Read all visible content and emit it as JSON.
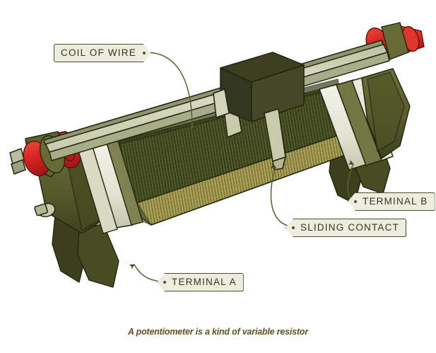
{
  "figure": {
    "title": "Potentiometer cutaway illustration",
    "caption": "A potentiometer is a kind of variable resistor",
    "subject": "wirewound rheostat / potentiometer"
  },
  "callouts": [
    {
      "id": "coil-of-wire",
      "label": "COIL  OF  WIRE",
      "pointer_side": "right",
      "target": "resistive winding on ceramic tube"
    },
    {
      "id": "sliding-contact",
      "label": "SLIDING  CONTACT",
      "pointer_side": "left",
      "target": "wiper block riding on the rail"
    },
    {
      "id": "terminal-a",
      "label": "TERMINAL  A",
      "pointer_side": "left",
      "target": "left end lug"
    },
    {
      "id": "terminal-b",
      "label": "TERMINAL  B",
      "pointer_side": "left",
      "target": "right end lug"
    }
  ],
  "colors": {
    "background": "#ffffff",
    "coil_dark": "#464c21",
    "coil_weave": "#2d3214",
    "coil_highlight_band": "#9a9048",
    "rail_light": "#d8d9c2",
    "rail_shade": "#9aa07a",
    "body_olive": "#5b6130",
    "body_olive_dark": "#3c4019",
    "ceramic_cream": "#e7e8d8",
    "terminal_red": "#d8241f",
    "terminal_red_dark": "#a6181a",
    "outline": "#2b2e14",
    "label_fill": "#eceddf",
    "label_border": "#4e5227",
    "label_text": "#34381a",
    "leader_line": "#5c5f33",
    "caption_text": "#5a5420"
  }
}
